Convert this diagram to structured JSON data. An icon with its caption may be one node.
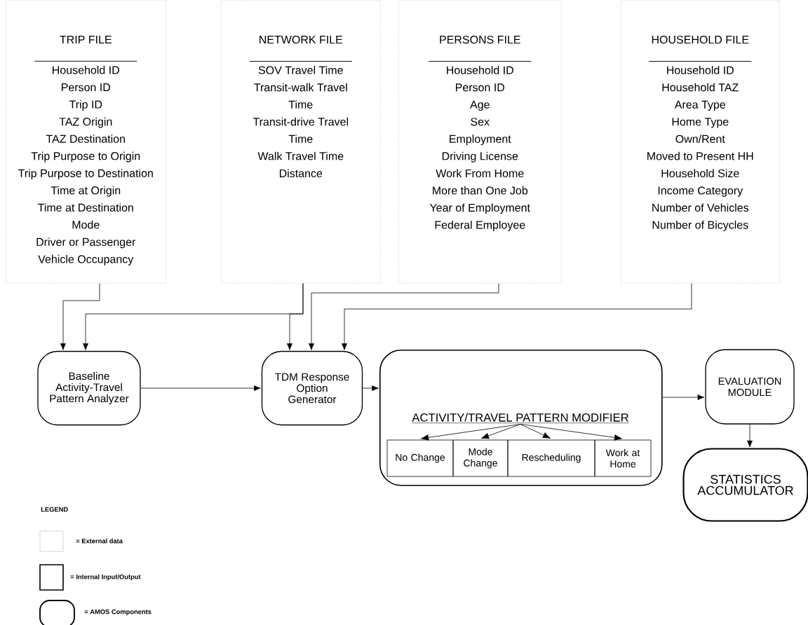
{
  "diagram": {
    "nodes": [
      {
        "text": [
          "TRIP FILE",
          "Household ID",
          "Person ID",
          "Trip ID",
          "TAZ Origin",
          "TAZ Destination",
          "Trip Purpose to Origin",
          "Trip Purpose to Destination",
          "Time at Origin",
          "Time at Destination",
          "Mode",
          "Driver or Passenger",
          "Vehicle Occupancy"
        ]
      },
      {
        "text": [
          "NETWORK FILE",
          "SOV Travel Time",
          "Transit-walk Travel Time",
          "Transit-drive Travel Time",
          "Walk Travel Time",
          "Distance"
        ]
      },
      {
        "text": [
          "PERSONS FILE",
          "Household ID",
          "Person ID",
          "Age",
          "Sex",
          "Employment",
          "Driving License",
          "Work From Home",
          "More than One Job",
          "Year of Employment",
          "Federal Employee"
        ]
      },
      {
        "text": [
          "HOUSEHOLD FILE",
          "Household ID",
          "Household TAZ",
          "Area Type",
          "Home Type",
          "Own/Rent",
          "Moved to Present HH",
          "Household Size",
          "Income Category",
          "Number of Vehicles",
          "Number of Bicycles"
        ]
      },
      {
        "text": [
          "Baseline Activity-Travel Pattern Analyzer"
        ]
      },
      {
        "text": [
          "TDM Response Option Generator"
        ]
      },
      {
        "text": [],
        "shape": "box"
      },
      {
        "text": [
          "ACTIVITY/TRAVEL PATTERN MODIFIER"
        ],
        "in": 6
      },
      {
        "text": [
          "No Change"
        ],
        "in": 6
      },
      {
        "text": [
          "Mode Change"
        ],
        "in": 6
      },
      {
        "text": [
          "Rescheduling"
        ],
        "in": 6
      },
      {
        "text": [
          "Work at Home"
        ],
        "in": 6
      },
      {
        "text": [
          "EVALUATION MODULE"
        ]
      },
      {
        "text": [
          "STATISTICS ACCUMULATOR"
        ]
      }
    ],
    "edges": [
      {
        "from": 0,
        "to": 4,
        "arrow": "to"
      },
      {
        "from": 1,
        "to": 4,
        "arrow": "to"
      },
      {
        "from": 1,
        "to": 5,
        "arrow": "to"
      },
      {
        "from": 2,
        "to": 5,
        "arrow": "to"
      },
      {
        "from": 3,
        "to": 5,
        "arrow": "to"
      },
      {
        "from": 4,
        "to": 5,
        "arrow": "to"
      },
      {
        "from": 5,
        "to": 6,
        "arrow": "to"
      },
      {
        "from": 7,
        "to": 8,
        "arrow": "to"
      },
      {
        "from": 7,
        "to": 9,
        "arrow": "to"
      },
      {
        "from": 7,
        "to": 10,
        "arrow": "to"
      },
      {
        "from": 7,
        "to": 11,
        "arrow": "to"
      },
      {
        "from": 6,
        "to": 12,
        "arrow": "to"
      },
      {
        "from": 12,
        "to": 13,
        "arrow": "to"
      }
    ],
    "labels": [
      "LEGEND"
    ],
    "legend": [
      {
        "text": "= External data"
      },
      {
        "text": "= Internal Input/Output"
      },
      {
        "text": "= AMOS Components"
      }
    ]
  }
}
